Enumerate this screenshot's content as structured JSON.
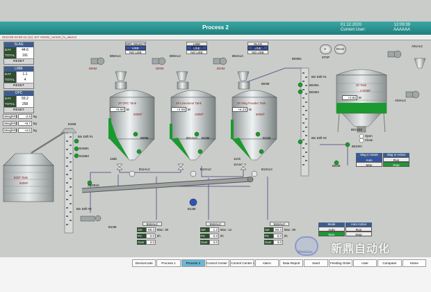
{
  "header": {
    "title": "Process 2",
    "date": "01.12.2020",
    "time": "12:09:39",
    "user_label": "Current User:",
    "user_value": "AAAAAA"
  },
  "alarm_bar": {
    "text": "2611/36    04:50:44 (11)    107    A0349_current_hi_alarm1"
  },
  "panels": [
    {
      "title": "SLAG",
      "day_label": "DAY",
      "day": "44.6",
      "total_label": "TOTAL",
      "total": "191",
      "reset": "RESET"
    },
    {
      "title": "LIME",
      "day_label": "DAY",
      "day": "1.1",
      "total_label": "TOTAL",
      "total": "4",
      "reset": "RESET"
    },
    {
      "title": "OPC",
      "day_label": "DAY",
      "day": "59.2",
      "total_label": "TOTAL",
      "total": "258",
      "reset": "RESET"
    }
  ],
  "weights": [
    {
      "label": "Weight#1",
      "value": "-2.6",
      "unit": "kg"
    },
    {
      "label": "Weight#2",
      "value": "+9.7",
      "unit": "kg"
    },
    {
      "label": "Weight#3",
      "value": "+2.5",
      "unit": "kg"
    }
  ],
  "selects": [
    {
      "title": "OPC SELECT",
      "use": "USE",
      "no_use": "NO USE"
    },
    {
      "title": "LIME SELECT",
      "use": "USE",
      "no_use": "NO USE"
    },
    {
      "title": "SLAG SELECT",
      "use": "USE",
      "no_use": "NO USE"
    }
  ],
  "tanks": [
    {
      "name": "3# OPC Tank",
      "level": "+5.90",
      "unit": "M",
      "volume": "500M³"
    },
    {
      "name": "3# Limestone Tank",
      "level": "+4.56",
      "unit": "M",
      "volume": "100M³"
    },
    {
      "name": "3# Slag Powder Tank",
      "level": "+5.22",
      "unit": "M",
      "volume": "500M³"
    }
  ],
  "tank_right": {
    "name": "3# Tank",
    "volume": "2700M³",
    "level": "+2.82",
    "unit": "M"
  },
  "silo_left": {
    "name": "500T Tank",
    "volume": "500M³"
  },
  "dosing": [
    {
      "id": "B16ALC",
      "set_label": "Set",
      "set": "68.4",
      "max": "Max : 80",
      "pv_label": "PV",
      "pv": "0.0",
      "pv_unit": "t/h",
      "over_label": "Over",
      "over": "3.0"
    },
    {
      "id": "B18ALC",
      "set_label": "Set",
      "set": "1.2",
      "max": "Max : 12",
      "pv_label": "PV",
      "pv": "0.0",
      "pv_unit": "t/h",
      "over_label": "Over",
      "over": "3.0"
    },
    {
      "id": "B19ALC",
      "set_label": "Set",
      "set": "50.4",
      "max": "Max : 80",
      "pv_label": "PV",
      "pv": "0.0",
      "pv_unit": "t/h",
      "over_label": "Over",
      "over": "3.0"
    }
  ],
  "mode_box": {
    "title": "Mode",
    "btn1": "Auto",
    "btn2": "Man"
  },
  "auto_action_box": {
    "title": "Auto Action",
    "btn1": "Run",
    "btn2": "Stop"
  },
  "slag_mode_box": {
    "title": "Slag In Mode",
    "btn1": "Auto",
    "btn2": "Man"
  },
  "slag_action_box": {
    "title": "Slag In Action",
    "btn1": "Run",
    "btn2": "Stop"
  },
  "estop_label": "E-STOP",
  "reset_label": "Reset",
  "open_label": "Open",
  "close_label": "Close",
  "labels": {
    "b06alc": "B06ALC",
    "b05alc": "B05ALC",
    "b04alc": "B04ALC",
    "b04m": "B04M",
    "b05m": "B05M",
    "b06m": "B06M",
    "b03m1": "B03M1",
    "b03m": "B03M",
    "bin_drift1": "Bin Drift #1",
    "bin_drift2": "Bin Drift #2",
    "bin_drift1b": "Bin Drift #1",
    "bin_drift2b": "Bin Drift #2",
    "b15m1": "B15M1",
    "b15m2": "B15M2",
    "b15m": "B15M",
    "zhsb10": "ZHSB10",
    "b14m": "B14M",
    "b13m": "B13M",
    "b02m1": "B02M1",
    "b02m2": "B02M2",
    "b01wv": "B01WV",
    "b02m": "B02M",
    "a01alc": "A01ALC",
    "a04alc": "A04ALC",
    "b011alc": "B11ALC",
    "b12alc": "B12ALC",
    "b13alc": "B13ALC",
    "b09m": "B09M",
    "b10m": "B10M",
    "b11m": "B11M",
    "b21alc": "B21ALC",
    "b01vzz": "B01VZZ",
    "v11bb": "11Bb",
    "v11ab": "11Ab",
    "v11aa": "11Aa"
  },
  "tabs": [
    {
      "label": "DeviceCode",
      "active": false
    },
    {
      "label": "Process 1",
      "active": false
    },
    {
      "label": "Process 2",
      "active": true
    },
    {
      "label": "Control Center 1",
      "active": false
    },
    {
      "label": "Control Center 2",
      "active": false
    },
    {
      "label": "Alarm",
      "active": false
    },
    {
      "label": "Data Report",
      "active": false
    },
    {
      "label": "Sand",
      "active": false
    },
    {
      "label": "Feeding Order",
      "active": false
    },
    {
      "label": "User",
      "active": false
    },
    {
      "label": "Computer",
      "active": false
    },
    {
      "label": "Home",
      "active": false
    }
  ],
  "watermark": {
    "brand_cn": "新鼎自动化",
    "brand_en": "WeilaGac"
  },
  "colors": {
    "header": "#2a9391",
    "tank": "#b7bcbc",
    "level": "#1a9a2e",
    "select_blue": "#2f55b4"
  }
}
